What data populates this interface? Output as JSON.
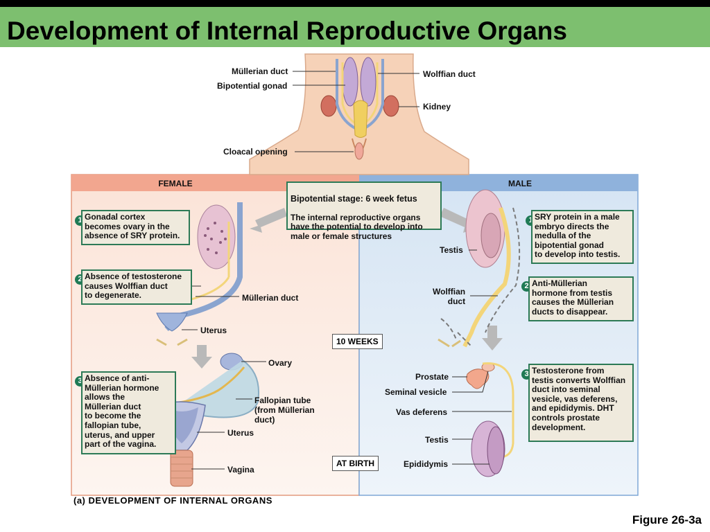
{
  "title": "Development of Internal Reproductive Organs",
  "labels": {
    "mullerian_duct_top": "Müllerian duct",
    "bipotential_gonad": "Bipotential gonad",
    "wolffian_duct_top": "Wolffian duct",
    "kidney": "Kidney",
    "cloacal_opening": "Cloacal opening",
    "mullerian_duct_female": "Müllerian duct",
    "uterus_early": "Uterus",
    "ovary": "Ovary",
    "fallopian_tube": "Fallopian tube\n(from Müllerian\nduct)",
    "uterus_late": "Uterus",
    "vagina": "Vagina",
    "testis_early": "Testis",
    "wolffian_duct_male": "Wolffian\nduct",
    "prostate": "Prostate",
    "seminal_vesicle": "Seminal vesicle",
    "vas_deferens": "Vas deferens",
    "testis_late": "Testis",
    "epididymis": "Epididymis"
  },
  "headers": {
    "female": "FEMALE",
    "male": "MALE"
  },
  "bipotential": {
    "heading": "Bipotential stage: 6 week fetus",
    "body": "The internal reproductive organs\nhave the potential to develop into\nmale or female structures"
  },
  "stages": {
    "ten_weeks": "10 WEEKS",
    "at_birth": "AT BIRTH"
  },
  "female_steps": [
    {
      "num": "1",
      "text": "Gonadal cortex\nbecomes ovary in the\nabsence of SRY protein."
    },
    {
      "num": "2",
      "text": "Absence of testosterone\ncauses Wolffian duct\nto degenerate."
    },
    {
      "num": "3",
      "text": "Absence of anti-\nMüllerian hormone\nallows the\nMüllerian duct\nto become the\nfallopian tube,\nuterus, and upper\npart of the vagina."
    }
  ],
  "male_steps": [
    {
      "num": "1",
      "text": "SRY protein in a male\nembryo directs the\nmedulla of the\nbipotential gonad\nto develop into testis."
    },
    {
      "num": "2",
      "text": "Anti-Müllerian\nhormone from testis\ncauses the Müllerian\nducts to disappear."
    },
    {
      "num": "3",
      "text": "Testosterone from\ntestis converts Wolffian\nduct into seminal\nvesicle, vas deferens,\nand epididymis. DHT\ncontrols prostate\ndevelopment."
    }
  ],
  "caption": "(a) DEVELOPMENT OF INTERNAL ORGANS",
  "figure_label": "Figure 26-3a",
  "colors": {
    "title_bar": "#7dbf6f",
    "female_panel": "#fbe6dc",
    "male_panel": "#dbe8f4",
    "female_header": "#f2a68f",
    "male_header": "#8fb2dc",
    "box_fill": "#efeadd",
    "box_border": "#2c7a56",
    "step_badge": "#1f7a55"
  }
}
